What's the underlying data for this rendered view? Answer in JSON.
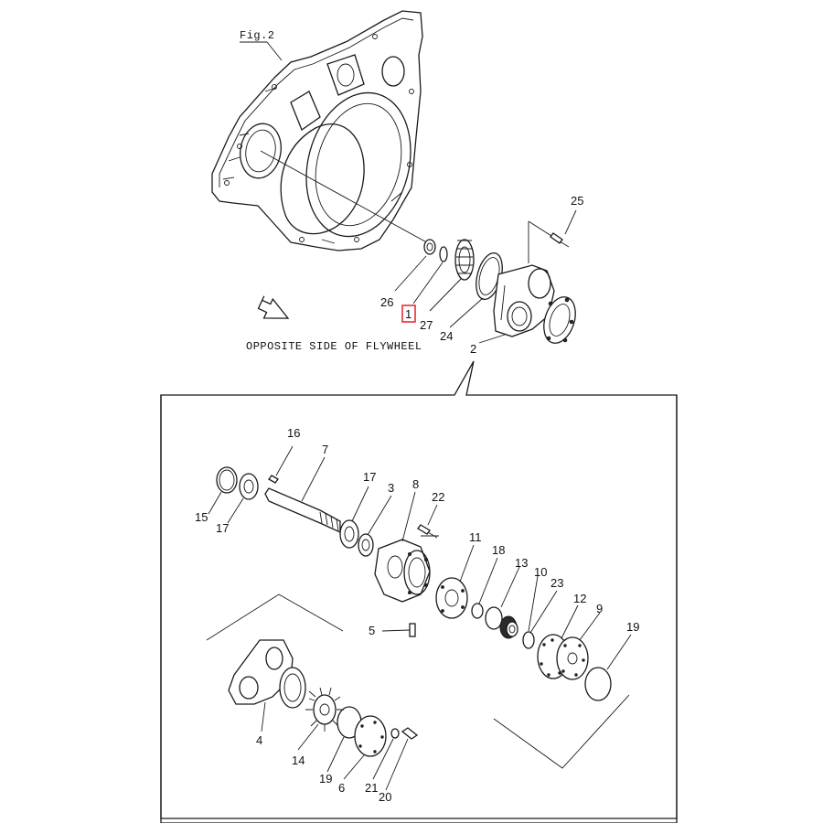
{
  "figure": {
    "fig_label": "Fig.2",
    "direction_note": "OPPOSITE SIDE OF FLYWHEEL"
  },
  "callouts": {
    "c25": "25",
    "c26": "26",
    "c1": "1",
    "c27": "27",
    "c24": "24",
    "c2": "2",
    "c16": "16",
    "c7": "7",
    "c15": "15",
    "c17a": "17",
    "c17b": "17",
    "c3": "3",
    "c8": "8",
    "c22": "22",
    "c11": "11",
    "c18": "18",
    "c13": "13",
    "c10": "10",
    "c23": "23",
    "c12": "12",
    "c9": "9",
    "c19a": "19",
    "c5": "5",
    "c4": "4",
    "c14": "14",
    "c19b": "19",
    "c6": "6",
    "c21": "21",
    "c20": "20"
  },
  "highlight": {
    "item": "1",
    "color": "#e0202a"
  }
}
